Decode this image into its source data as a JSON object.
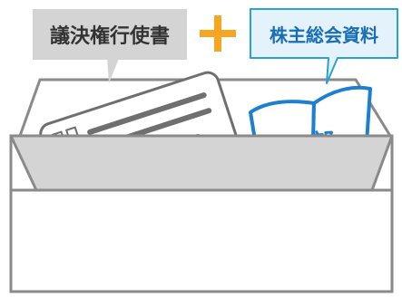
{
  "callouts": {
    "voting_card": "議決権行使書",
    "plus_sign": "+",
    "meeting_materials": "株主総会資料"
  },
  "booklet": {
    "part_label": "一部"
  },
  "colors": {
    "gray_fill": "#d4d4d4",
    "gray_stroke": "#8a8a8a",
    "dark_text": "#333333",
    "orange": "#f5a623",
    "blue_fill": "#e3f2fb",
    "blue_stroke": "#2aa0d6",
    "blue_text": "#1a6eb5",
    "booklet_blue": "#1c7fd0",
    "card_gray": "#6f6f6f"
  },
  "icons": {
    "envelope": "envelope-icon",
    "voting_card": "voting-card-icon",
    "booklet": "booklet-icon"
  }
}
